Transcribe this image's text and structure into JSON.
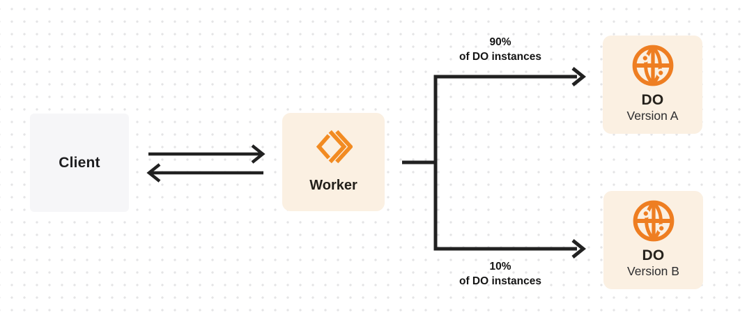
{
  "diagram": {
    "nodes": {
      "client": {
        "label": "Client"
      },
      "worker": {
        "label": "Worker",
        "icon": "workers-logo-icon"
      },
      "do_version_a": {
        "title": "DO",
        "subtitle": "Version A",
        "icon": "durable-object-globe-icon"
      },
      "do_version_b": {
        "title": "DO",
        "subtitle": "Version B",
        "icon": "durable-object-globe-icon"
      }
    },
    "edges": {
      "client_worker": {
        "type": "bidirectional-arrows"
      },
      "worker_to_do_a": {
        "percent": "90%",
        "caption": "of DO instances"
      },
      "worker_to_do_b": {
        "percent": "10%",
        "caption": "of DO instances"
      }
    },
    "colors": {
      "accent_orange": "#EE7E22",
      "worker_icon_orange": "#F28B22",
      "box_cream": "#FBF0E2",
      "box_gray": "#F6F6F8",
      "line_dark": "#212121",
      "dot_grid": "#E4E4E6"
    }
  }
}
